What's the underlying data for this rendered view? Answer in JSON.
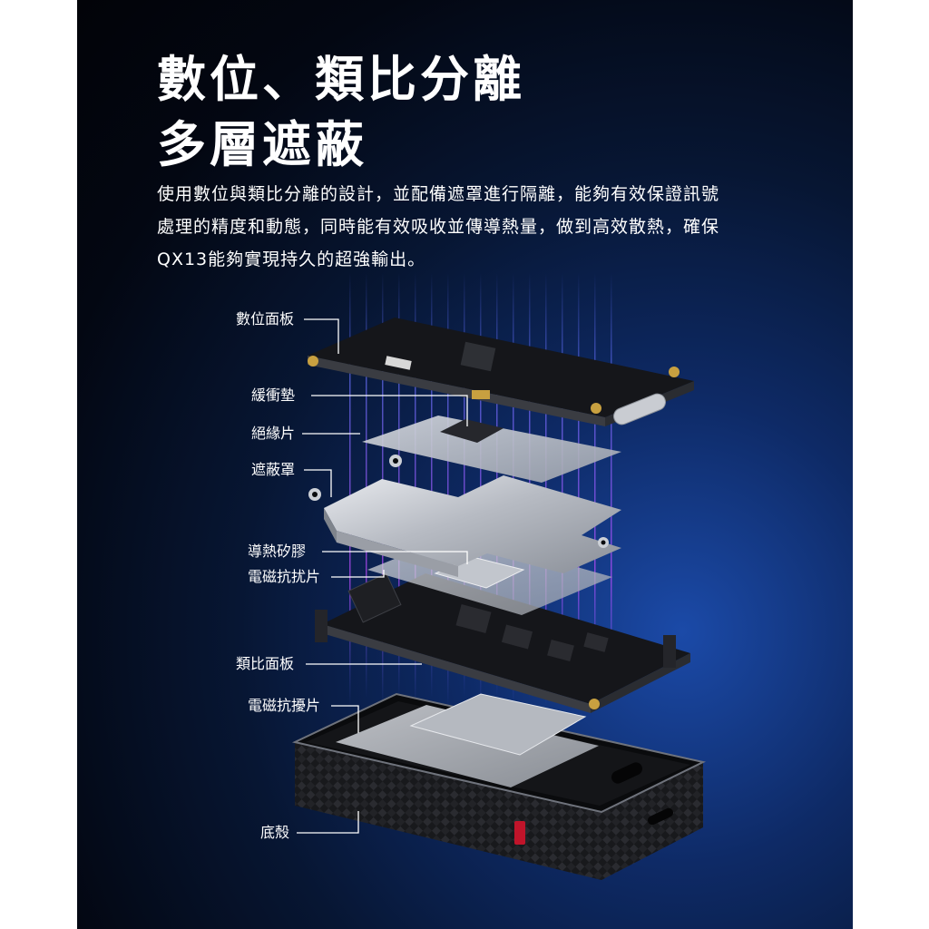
{
  "heading": {
    "line1": "數位、類比分離",
    "line2": "多層遮蔽"
  },
  "description": {
    "line1": "使用數位與類比分離的設計，並配備遮罩進行隔離，能夠有效保證訊號",
    "line2": "處理的精度和動態，同時能有效吸收並傳導熱量，做到高效散熱，確保",
    "line3": "QX13能夠實現持久的超強輸出。"
  },
  "labels": {
    "digital_board": "數位面板",
    "buffer_pad": "緩衝墊",
    "insulation_sheet": "絕緣片",
    "shield_cover": "遮蔽罩",
    "thermal_silicone": "導熱矽膠",
    "emi_sheet_1": "電磁抗扰片",
    "analog_board": "類比面板",
    "emi_sheet_2": "電磁抗擾片",
    "bottom_shell": "底殼"
  },
  "colors": {
    "background_dark": "#020308",
    "glow_blue": "#1b4aa8",
    "light_beam_blue": "#4f6cff",
    "light_beam_magenta": "#d94cff",
    "pcb_black": "#15161a",
    "metal_silver": "#c9ccd2",
    "shell_carbon": "#1d1e22"
  }
}
